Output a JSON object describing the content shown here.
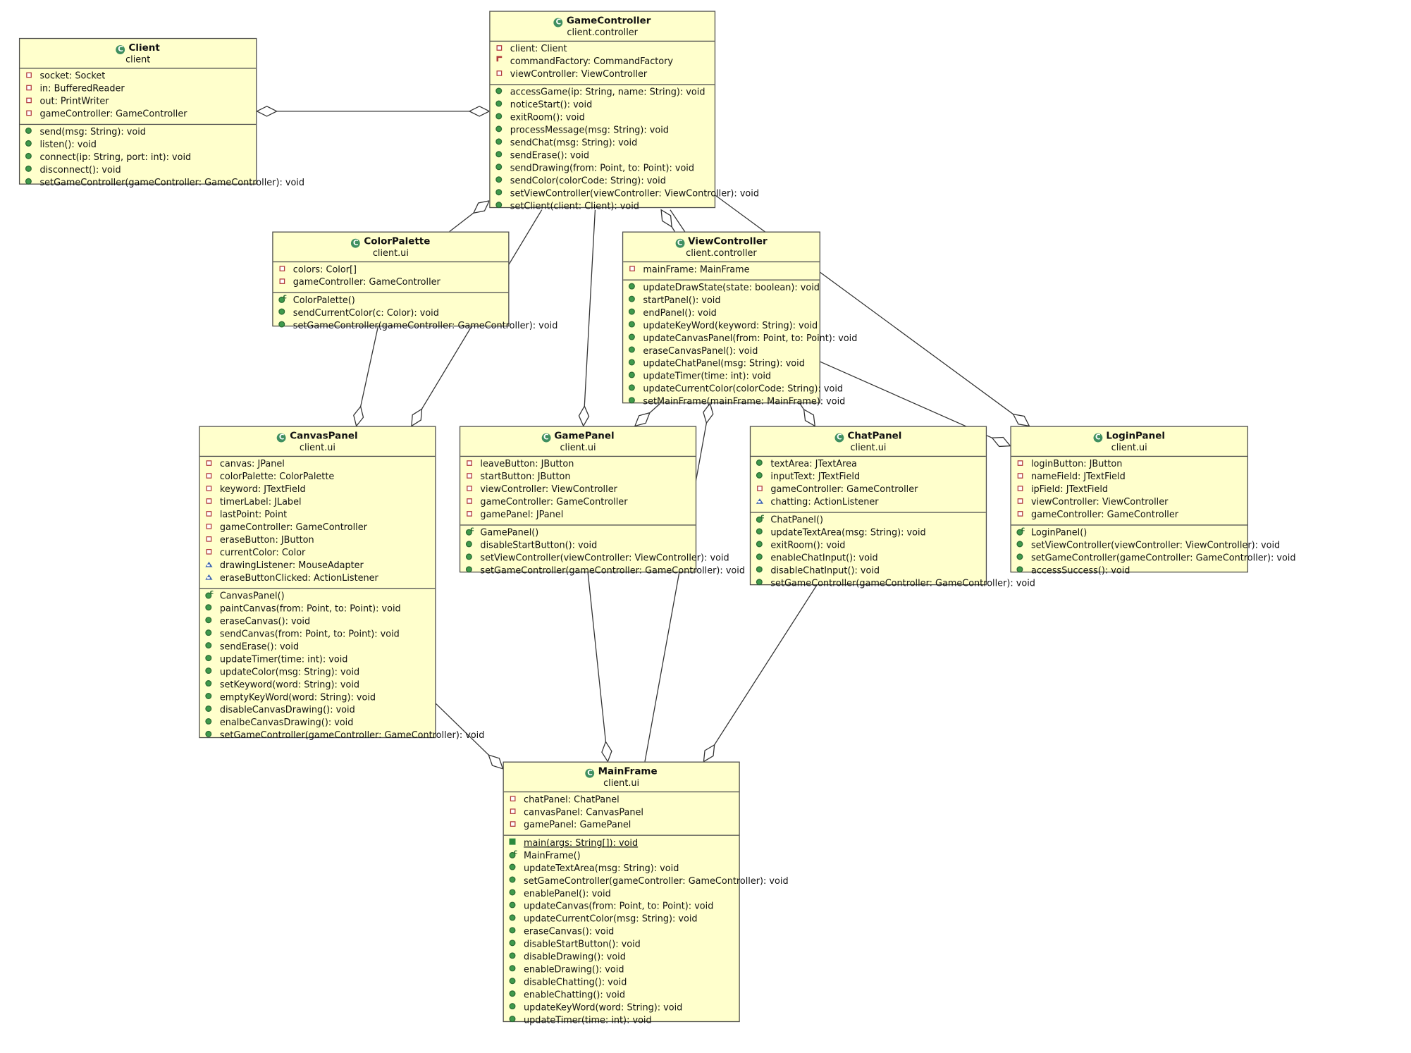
{
  "classes": {
    "client": {
      "name": "Client",
      "package": "client",
      "attributes": [
        {
          "vis": "private",
          "text": "socket: Socket"
        },
        {
          "vis": "private",
          "text": "in: BufferedReader"
        },
        {
          "vis": "private",
          "text": "out: PrintWriter"
        },
        {
          "vis": "private",
          "text": "gameController: GameController"
        }
      ],
      "operations": [
        {
          "vis": "public",
          "text": "send(msg: String): void"
        },
        {
          "vis": "public",
          "text": "listen(): void"
        },
        {
          "vis": "public",
          "text": "connect(ip: String, port: int): void"
        },
        {
          "vis": "public",
          "text": "disconnect(): void"
        },
        {
          "vis": "public",
          "text": "setGameController(gameController: GameController): void"
        }
      ]
    },
    "game_controller": {
      "name": "GameController",
      "package": "client.controller",
      "attributes": [
        {
          "vis": "private",
          "text": "client: Client"
        },
        {
          "vis": "final-private",
          "text": "commandFactory: CommandFactory"
        },
        {
          "vis": "private",
          "text": "viewController: ViewController"
        }
      ],
      "operations": [
        {
          "vis": "public",
          "text": "accessGame(ip: String, name: String): void"
        },
        {
          "vis": "public",
          "text": "noticeStart(): void"
        },
        {
          "vis": "public",
          "text": "exitRoom(): void"
        },
        {
          "vis": "public",
          "text": "processMessage(msg: String): void"
        },
        {
          "vis": "public",
          "text": "sendChat(msg: String): void"
        },
        {
          "vis": "public",
          "text": "sendErase(): void"
        },
        {
          "vis": "public",
          "text": "sendDrawing(from: Point, to: Point): void"
        },
        {
          "vis": "public",
          "text": "sendColor(colorCode: String): void"
        },
        {
          "vis": "public",
          "text": "setViewController(viewController: ViewController): void"
        },
        {
          "vis": "public",
          "text": "setClient(client: Client): void"
        }
      ]
    },
    "color_palette": {
      "name": "ColorPalette",
      "package": "client.ui",
      "attributes": [
        {
          "vis": "private",
          "text": "colors: Color[]"
        },
        {
          "vis": "private",
          "text": "gameController: GameController"
        }
      ],
      "operations": [
        {
          "vis": "ctor",
          "text": "ColorPalette()"
        },
        {
          "vis": "public",
          "text": "sendCurrentColor(c: Color): void"
        },
        {
          "vis": "public",
          "text": "setGameController(gameController: GameController): void"
        }
      ]
    },
    "view_controller": {
      "name": "ViewController",
      "package": "client.controller",
      "attributes": [
        {
          "vis": "private",
          "text": "mainFrame: MainFrame"
        }
      ],
      "operations": [
        {
          "vis": "public",
          "text": "updateDrawState(state: boolean): void"
        },
        {
          "vis": "public",
          "text": "startPanel(): void"
        },
        {
          "vis": "public",
          "text": "endPanel(): void"
        },
        {
          "vis": "public",
          "text": "updateKeyWord(keyword: String): void"
        },
        {
          "vis": "public",
          "text": "updateCanvasPanel(from: Point, to: Point): void"
        },
        {
          "vis": "public",
          "text": "eraseCanvasPanel(): void"
        },
        {
          "vis": "public",
          "text": "updateChatPanel(msg: String): void"
        },
        {
          "vis": "public",
          "text": "updateTimer(time: int): void"
        },
        {
          "vis": "public",
          "text": "updateCurrentColor(colorCode: String): void"
        },
        {
          "vis": "public",
          "text": "setMainFrame(mainFrame: MainFrame): void"
        }
      ]
    },
    "canvas_panel": {
      "name": "CanvasPanel",
      "package": "client.ui",
      "attributes": [
        {
          "vis": "private",
          "text": "canvas: JPanel"
        },
        {
          "vis": "private",
          "text": "colorPalette: ColorPalette"
        },
        {
          "vis": "private",
          "text": "keyword: JTextField"
        },
        {
          "vis": "private",
          "text": "timerLabel: JLabel"
        },
        {
          "vis": "private",
          "text": "lastPoint: Point"
        },
        {
          "vis": "private",
          "text": "gameController: GameController"
        },
        {
          "vis": "private",
          "text": "eraseButton: JButton"
        },
        {
          "vis": "private",
          "text": "currentColor: Color"
        },
        {
          "vis": "package",
          "text": "drawingListener: MouseAdapter"
        },
        {
          "vis": "package",
          "text": "eraseButtonClicked: ActionListener"
        }
      ],
      "operations": [
        {
          "vis": "ctor",
          "text": "CanvasPanel()"
        },
        {
          "vis": "public",
          "text": "paintCanvas(from: Point, to: Point): void"
        },
        {
          "vis": "public",
          "text": "eraseCanvas(): void"
        },
        {
          "vis": "public",
          "text": "sendCanvas(from: Point, to: Point): void"
        },
        {
          "vis": "public",
          "text": "sendErase(): void"
        },
        {
          "vis": "public",
          "text": "updateTimer(time: int): void"
        },
        {
          "vis": "public",
          "text": "updateColor(msg: String): void"
        },
        {
          "vis": "public",
          "text": "setKeyword(word: String): void"
        },
        {
          "vis": "public",
          "text": "emptyKeyWord(word: String): void"
        },
        {
          "vis": "public",
          "text": "disableCanvasDrawing(): void"
        },
        {
          "vis": "public",
          "text": "enalbeCanvasDrawing(): void"
        },
        {
          "vis": "public",
          "text": "setGameController(gameController: GameController): void"
        }
      ]
    },
    "game_panel": {
      "name": "GamePanel",
      "package": "client.ui",
      "attributes": [
        {
          "vis": "private",
          "text": "leaveButton: JButton"
        },
        {
          "vis": "private",
          "text": "startButton: JButton"
        },
        {
          "vis": "private",
          "text": "viewController: ViewController"
        },
        {
          "vis": "private",
          "text": "gameController: GameController"
        },
        {
          "vis": "private",
          "text": "gamePanel: JPanel"
        }
      ],
      "operations": [
        {
          "vis": "ctor",
          "text": "GamePanel()"
        },
        {
          "vis": "public",
          "text": "disableStartButton(): void"
        },
        {
          "vis": "public",
          "text": "setViewController(viewController: ViewController): void"
        },
        {
          "vis": "public",
          "text": "setGameController(gameController: GameController): void"
        }
      ]
    },
    "chat_panel": {
      "name": "ChatPanel",
      "package": "client.ui",
      "attributes": [
        {
          "vis": "public",
          "text": "textArea: JTextArea"
        },
        {
          "vis": "public",
          "text": "inputText: JTextField"
        },
        {
          "vis": "private",
          "text": "gameController: GameController"
        },
        {
          "vis": "package",
          "text": "chatting: ActionListener"
        }
      ],
      "operations": [
        {
          "vis": "ctor",
          "text": "ChatPanel()"
        },
        {
          "vis": "public",
          "text": "updateTextArea(msg: String): void"
        },
        {
          "vis": "public",
          "text": "exitRoom(): void"
        },
        {
          "vis": "public",
          "text": "enableChatInput(): void"
        },
        {
          "vis": "public",
          "text": "disableChatInput(): void"
        },
        {
          "vis": "public",
          "text": "setGameController(gameController: GameController): void"
        }
      ]
    },
    "login_panel": {
      "name": "LoginPanel",
      "package": "client.ui",
      "attributes": [
        {
          "vis": "private",
          "text": "loginButton: JButton"
        },
        {
          "vis": "private",
          "text": "nameField: JTextField"
        },
        {
          "vis": "private",
          "text": "ipField: JTextField"
        },
        {
          "vis": "private",
          "text": "viewController: ViewController"
        },
        {
          "vis": "private",
          "text": "gameController: GameController"
        }
      ],
      "operations": [
        {
          "vis": "ctor",
          "text": "LoginPanel()"
        },
        {
          "vis": "public",
          "text": "setViewController(viewController: ViewController): void"
        },
        {
          "vis": "public",
          "text": "setGameController(gameController: GameController): void"
        },
        {
          "vis": "public",
          "text": "accessSuccess(): void"
        }
      ]
    },
    "main_frame": {
      "name": "MainFrame",
      "package": "client.ui",
      "attributes": [
        {
          "vis": "private",
          "text": "chatPanel: ChatPanel"
        },
        {
          "vis": "private",
          "text": "canvasPanel: CanvasPanel"
        },
        {
          "vis": "private",
          "text": "gamePanel: GamePanel"
        }
      ],
      "operations": [
        {
          "vis": "static-public",
          "text": "main(args: String[]): void"
        },
        {
          "vis": "ctor",
          "text": "MainFrame()"
        },
        {
          "vis": "public",
          "text": "updateTextArea(msg: String): void"
        },
        {
          "vis": "public",
          "text": "setGameController(gameController: GameController): void"
        },
        {
          "vis": "public",
          "text": "enablePanel(): void"
        },
        {
          "vis": "public",
          "text": "updateCanvas(from: Point, to: Point): void"
        },
        {
          "vis": "public",
          "text": "updateCurrentColor(msg: String): void"
        },
        {
          "vis": "public",
          "text": "eraseCanvas(): void"
        },
        {
          "vis": "public",
          "text": "disableStartButton(): void"
        },
        {
          "vis": "public",
          "text": "disableDrawing(): void"
        },
        {
          "vis": "public",
          "text": "enableDrawing(): void"
        },
        {
          "vis": "public",
          "text": "disableChatting(): void"
        },
        {
          "vis": "public",
          "text": "enableChatting(): void"
        },
        {
          "vis": "public",
          "text": "updateKeyWord(word: String): void"
        },
        {
          "vis": "public",
          "text": "updateTimer(time: int): void"
        }
      ]
    }
  },
  "associations": [
    {
      "from": "client",
      "to": "game_controller",
      "kind": "aggregation-both-ends"
    },
    {
      "from": "game_controller",
      "to": "color_palette",
      "kind": "aggregation"
    },
    {
      "from": "game_controller",
      "to": "canvas_panel",
      "kind": "aggregation"
    },
    {
      "from": "game_controller",
      "to": "game_panel",
      "kind": "aggregation"
    },
    {
      "from": "game_controller",
      "to": "view_controller",
      "kind": "aggregation"
    },
    {
      "from": "game_controller",
      "to": "chat_panel",
      "kind": "aggregation"
    },
    {
      "from": "game_controller",
      "to": "login_panel",
      "kind": "aggregation"
    },
    {
      "from": "color_palette",
      "to": "canvas_panel",
      "kind": "aggregation"
    },
    {
      "from": "view_controller",
      "to": "game_panel",
      "kind": "aggregation"
    },
    {
      "from": "view_controller",
      "to": "login_panel",
      "kind": "aggregation"
    },
    {
      "from": "view_controller",
      "to": "main_frame",
      "kind": "aggregation"
    },
    {
      "from": "canvas_panel",
      "to": "main_frame",
      "kind": "aggregation"
    },
    {
      "from": "game_panel",
      "to": "main_frame",
      "kind": "aggregation"
    },
    {
      "from": "chat_panel",
      "to": "main_frame",
      "kind": "aggregation"
    }
  ],
  "colors": {
    "class_fill": "#ffffcc",
    "border": "#4d4d4d",
    "class_icon": "#3f8f60"
  }
}
